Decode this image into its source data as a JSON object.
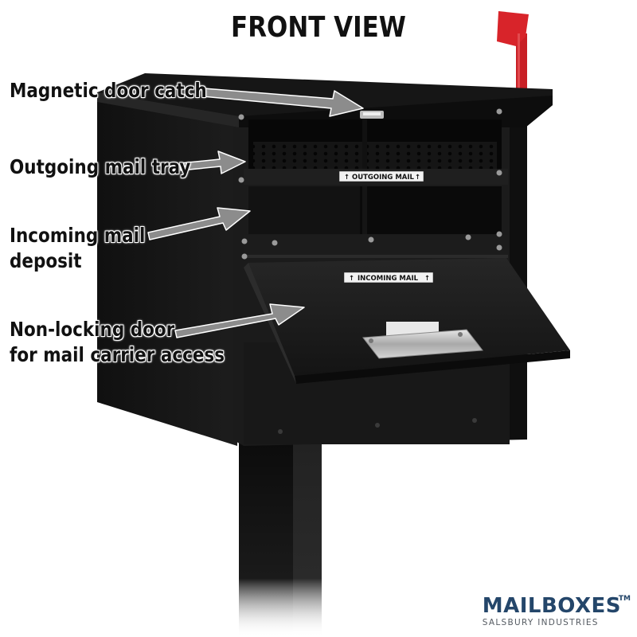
{
  "heading": "FRONT VIEW",
  "callouts": [
    {
      "lines": [
        "Magnetic door catch"
      ]
    },
    {
      "lines": [
        "Outgoing mail tray"
      ]
    },
    {
      "lines": [
        "Incoming mail",
        "deposit"
      ]
    },
    {
      "lines": [
        "Non-locking door",
        "for mail carrier access"
      ]
    }
  ],
  "tray_labels": {
    "outgoing": "OUTGOING MAIL",
    "incoming": "INCOMING MAIL"
  },
  "brand": {
    "name": "MAILBOXES",
    "trademark": "TM",
    "tagline": "SALSBURY INDUSTRIES"
  },
  "colors": {
    "mailbox_body": "#141414",
    "flag": "#d8242a",
    "arrow": "#8c8c8c",
    "brand_blue": "#24466a"
  }
}
